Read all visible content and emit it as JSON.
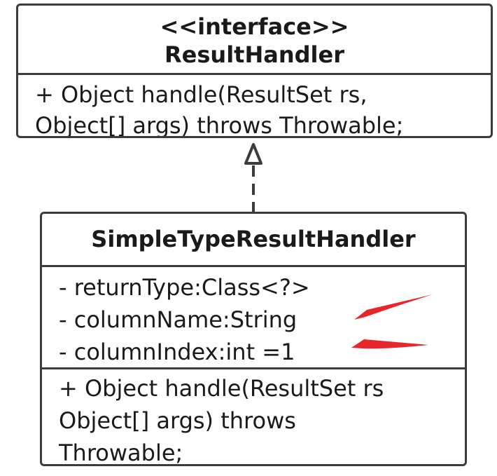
{
  "interface_class": {
    "stereotype": "<<interface>>",
    "name": "ResultHandler",
    "operations": [
      "+ Object handle(ResultSet rs,",
      "Object[] args) throws Throwable;"
    ]
  },
  "implementation_class": {
    "name": "SimpleTypeResultHandler",
    "attributes": [
      "- returnType:Class<?>",
      "- columnName:String",
      "- columnIndex:int =1"
    ],
    "operations": [
      "+ Object handle(ResultSet rs",
      "Object[] args) throws",
      "Throwable;"
    ]
  },
  "colors": {
    "border": "#3c3c3c",
    "annotation_arrow": "#e8262a"
  }
}
